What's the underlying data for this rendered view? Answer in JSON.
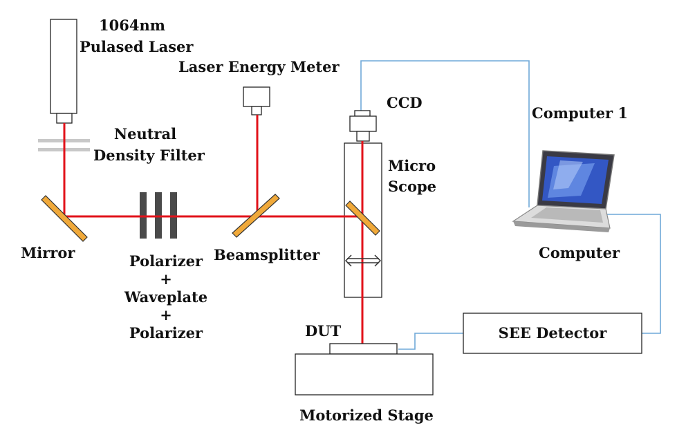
{
  "labels": {
    "laser_line1": "1064nm",
    "laser_line2": "Pulased Laser",
    "energy_meter": "Laser Energy Meter",
    "ccd": "CCD",
    "computer1": "Computer 1",
    "nd_filter_line1": "Neutral",
    "nd_filter_line2": "Density Filter",
    "microscope_line1": "Micro",
    "microscope_line2": "Scope",
    "mirror": "Mirror",
    "beamsplitter": "Beamsplitter",
    "pol_line1": "Polarizer",
    "pol_line2": "+",
    "pol_line3": "Waveplate",
    "pol_line4": "+",
    "pol_line5": "Polarizer",
    "computer": "Computer",
    "dut": "DUT",
    "see_detector": "SEE Detector",
    "motorized_stage": "Motorized Stage"
  },
  "colors": {
    "laser_beam": "#e2121a",
    "optic_mirror": "#f0a93a",
    "signal_cable": "#6fa9d8",
    "polarizer": "#4a4a4a",
    "nd_filter": "#c8c8c8",
    "outline": "#222222"
  }
}
